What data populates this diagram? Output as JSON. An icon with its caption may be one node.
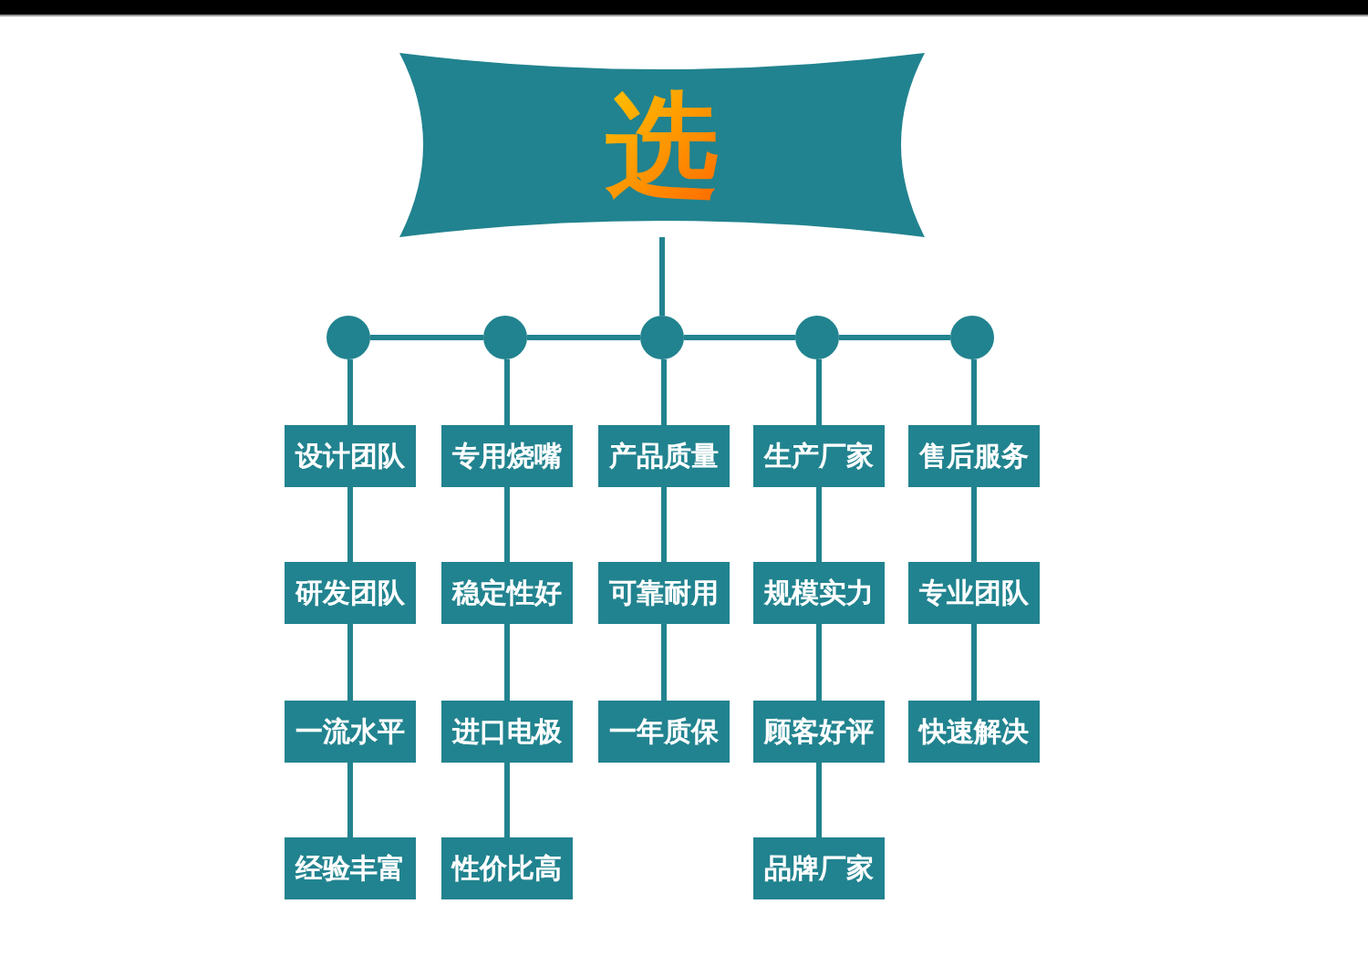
{
  "diagram": {
    "nodes": [
      {
        "text": [
          "选"
        ]
      },
      {
        "text": [],
        "shape": "circle"
      },
      {
        "text": [],
        "shape": "circle"
      },
      {
        "text": [],
        "shape": "circle"
      },
      {
        "text": [],
        "shape": "circle"
      },
      {
        "text": [],
        "shape": "circle"
      },
      {
        "text": [
          "设计团队"
        ]
      },
      {
        "text": [
          "专用烧嘴"
        ]
      },
      {
        "text": [
          "产品质量"
        ]
      },
      {
        "text": [
          "生产厂家"
        ]
      },
      {
        "text": [
          "售后服务"
        ]
      },
      {
        "text": [
          "研发团队"
        ]
      },
      {
        "text": [
          "稳定性好"
        ]
      },
      {
        "text": [
          "可靠耐用"
        ]
      },
      {
        "text": [
          "规模实力"
        ]
      },
      {
        "text": [
          "专业团队"
        ]
      },
      {
        "text": [
          "一流水平"
        ]
      },
      {
        "text": [
          "进口电极"
        ]
      },
      {
        "text": [
          "一年质保"
        ]
      },
      {
        "text": [
          "顾客好评"
        ]
      },
      {
        "text": [
          "快速解决"
        ]
      },
      {
        "text": [
          "经验丰富"
        ]
      },
      {
        "text": [
          "性价比高"
        ]
      },
      {
        "text": [
          "品牌厂家"
        ]
      }
    ],
    "edges": [
      {
        "from": 0,
        "to": 3,
        "arrow": "none"
      },
      {
        "from": 1,
        "to": 2,
        "arrow": "none"
      },
      {
        "from": 2,
        "to": 3,
        "arrow": "none"
      },
      {
        "from": 3,
        "to": 4,
        "arrow": "none"
      },
      {
        "from": 4,
        "to": 5,
        "arrow": "none"
      },
      {
        "from": 1,
        "to": 6,
        "arrow": "none"
      },
      {
        "from": 2,
        "to": 7,
        "arrow": "none"
      },
      {
        "from": 3,
        "to": 8,
        "arrow": "none"
      },
      {
        "from": 4,
        "to": 9,
        "arrow": "none"
      },
      {
        "from": 5,
        "to": 10,
        "arrow": "none"
      },
      {
        "from": 6,
        "to": 11,
        "arrow": "none"
      },
      {
        "from": 7,
        "to": 12,
        "arrow": "none"
      },
      {
        "from": 8,
        "to": 13,
        "arrow": "none"
      },
      {
        "from": 9,
        "to": 14,
        "arrow": "none"
      },
      {
        "from": 10,
        "to": 15,
        "arrow": "none"
      },
      {
        "from": 11,
        "to": 16,
        "arrow": "none"
      },
      {
        "from": 12,
        "to": 17,
        "arrow": "none"
      },
      {
        "from": 13,
        "to": 18,
        "arrow": "none"
      },
      {
        "from": 14,
        "to": 19,
        "arrow": "none"
      },
      {
        "from": 15,
        "to": 20,
        "arrow": "none"
      },
      {
        "from": 16,
        "to": 21,
        "arrow": "none"
      },
      {
        "from": 17,
        "to": 22,
        "arrow": "none"
      },
      {
        "from": 19,
        "to": 23,
        "arrow": "none"
      }
    ]
  }
}
